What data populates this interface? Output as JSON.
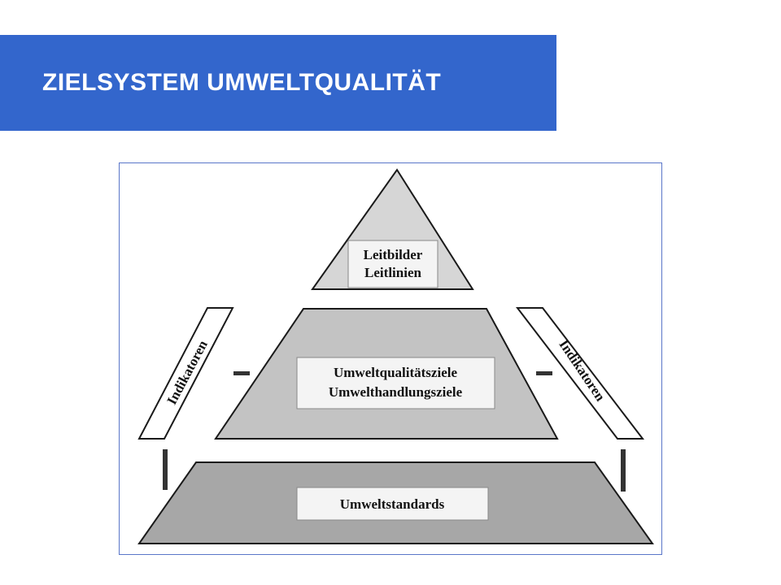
{
  "title": "ZIELSYSTEM UMWELTQUALITÄT",
  "colors": {
    "title_bar": "#3366cc",
    "title_text": "#ffffff",
    "top_tier": "#d6d6d6",
    "middle_tier": "#c3c3c3",
    "bottom_tier": "#a7a7a7",
    "label_box": "#f4f4f4"
  },
  "diagram": {
    "top": {
      "line1": "Leitbilder",
      "line2": "Leitlinien"
    },
    "middle": {
      "line1": "Umweltqualitätsziele",
      "line2": "Umwelthandlungsziele"
    },
    "bottom": {
      "line1": "Umweltstandards"
    },
    "left_bar": "Indikatoren",
    "right_bar": "Indikatoren"
  }
}
